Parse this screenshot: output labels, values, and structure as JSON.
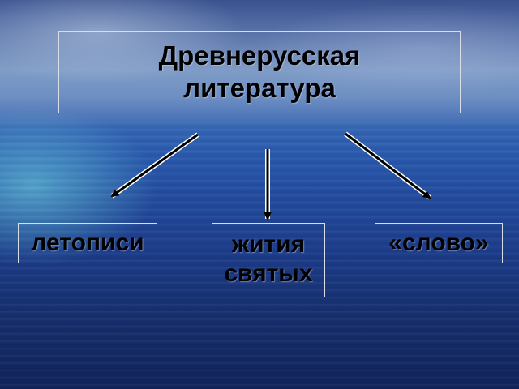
{
  "diagram": {
    "title_lines": [
      "Древнерусская",
      "литература"
    ],
    "nodes": [
      {
        "id": "chronicles",
        "lines": [
          "летописи"
        ]
      },
      {
        "id": "saints-lives",
        "lines": [
          "жития",
          "святых"
        ]
      },
      {
        "id": "slovo",
        "lines": [
          "«слово»"
        ]
      }
    ]
  },
  "colors": {
    "text": "#000000",
    "box_border": "#d8dde6",
    "arrow_line": "#000000",
    "arrow_outline": "#ffffff"
  }
}
